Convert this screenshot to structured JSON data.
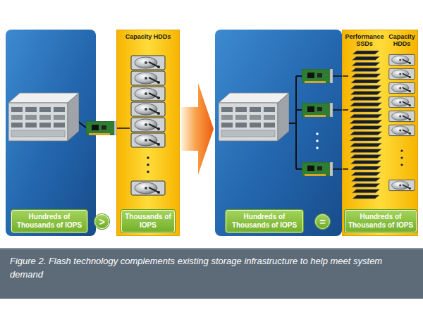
{
  "diagram": {
    "caption": "Figure 2. Flash technology complements existing storage infrastructure to help meet system demand",
    "nodes": [
      {
        "text": [
          "Hundreds of Thousands of IOPS"
        ]
      },
      {
        "text": [
          ">"
        ]
      },
      {
        "text": [
          "Capacity HDDs"
        ]
      },
      {
        "text": [
          "Thousands of IOPS"
        ],
        "in": 2
      },
      {
        "text": [
          "Hundreds of Thousands of IOPS"
        ]
      },
      {
        "text": [
          "="
        ]
      },
      {
        "text": [
          "Performance SSDs",
          "Capacity HDDs"
        ]
      },
      {
        "text": [
          "Hundreds of Thousands of IOPS"
        ],
        "in": 6
      }
    ]
  }
}
